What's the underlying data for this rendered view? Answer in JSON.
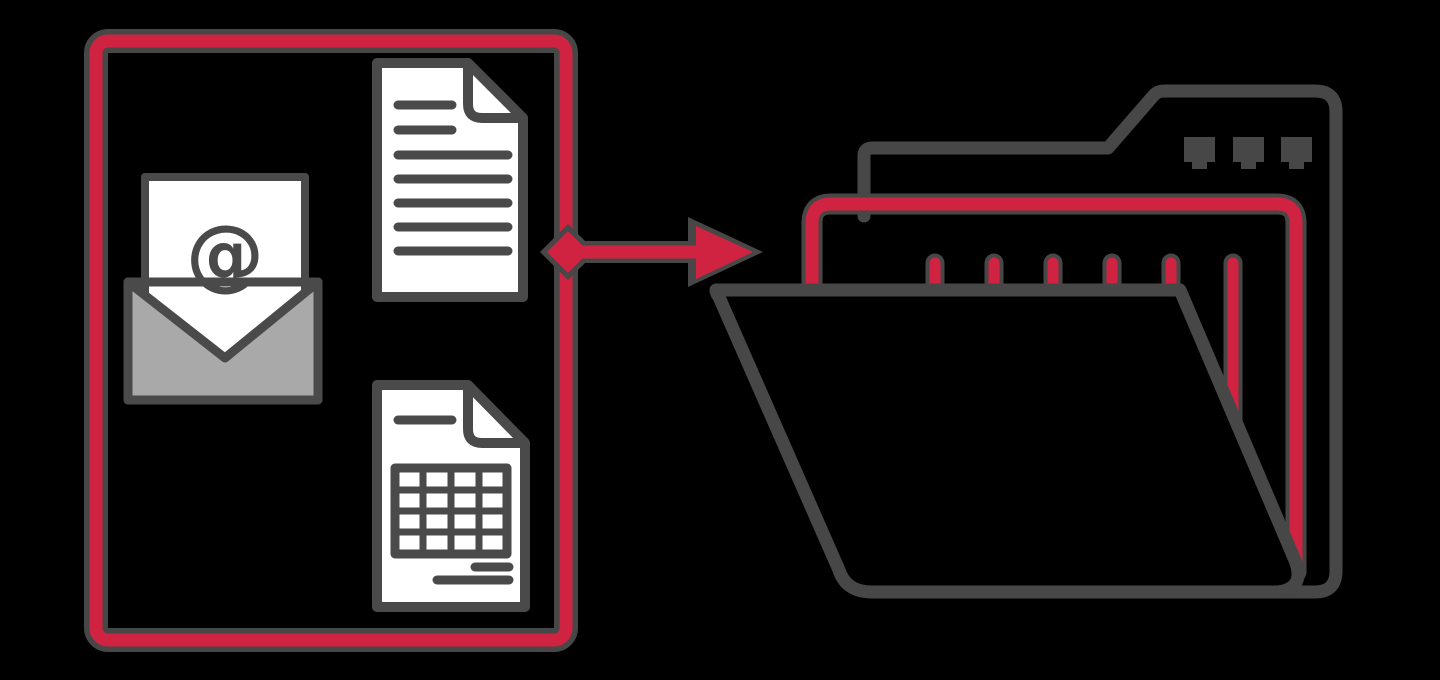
{
  "colors": {
    "background": "#000000",
    "accent-red": "#cf2341",
    "outline-gray": "#474747",
    "ink-gray": "#4a4a4a",
    "envelope-gray": "#a9a9a9",
    "paper-white": "#ffffff"
  },
  "email": {
    "symbol": "@"
  },
  "source_box": {
    "contents": [
      "email-envelope-icon",
      "text-document-icon",
      "spreadsheet-document-icon"
    ]
  },
  "arrow": {
    "icon": "arrow-right-icon",
    "direction": "right",
    "from": "source-box",
    "to": "folder"
  },
  "folder": {
    "icon": "open-folder-icon",
    "file_divider_count": 6,
    "tab_dot_count": 3
  }
}
